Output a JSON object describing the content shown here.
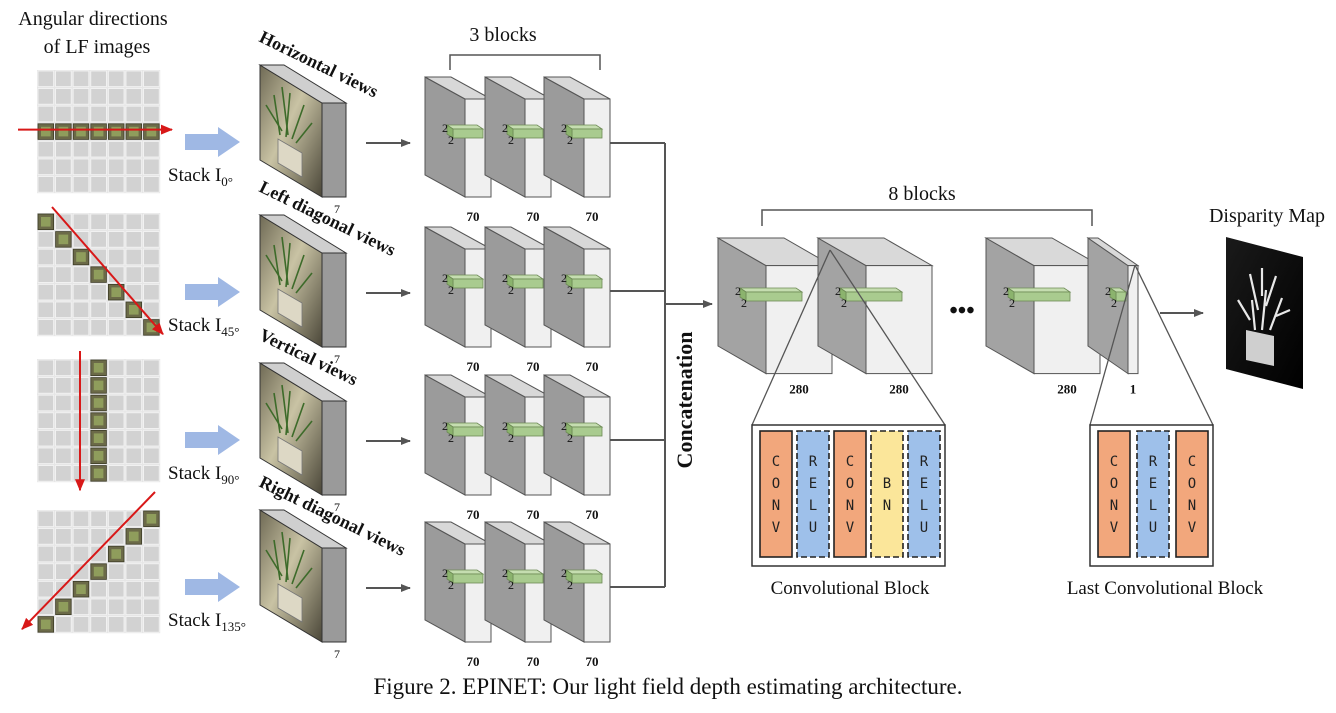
{
  "input": {
    "title_line1": "Angular directions",
    "title_line2": "of LF images"
  },
  "streams": [
    {
      "stack_label": "Stack I",
      "stack_sub": "0°",
      "view_label": "Horizontal views",
      "depth": "7",
      "widths": [
        "70",
        "70",
        "70"
      ]
    },
    {
      "stack_label": "Stack I",
      "stack_sub": "45°",
      "view_label": "Left diagonal views",
      "depth": "7",
      "widths": [
        "70",
        "70",
        "70"
      ]
    },
    {
      "stack_label": "Stack I",
      "stack_sub": "90°",
      "view_label": "Vertical views",
      "depth": "7",
      "widths": [
        "70",
        "70",
        "70"
      ]
    },
    {
      "stack_label": "Stack I",
      "stack_sub": "135°",
      "view_label": "Right diagonal views",
      "depth": "7",
      "widths": [
        "70",
        "70",
        "70"
      ]
    }
  ],
  "kernel": {
    "h": "2",
    "w": "2"
  },
  "stream_group_label": "3 blocks",
  "concat_label": "Concatenation",
  "merged": {
    "group_label": "8 blocks",
    "widths": [
      "280",
      "280",
      "280",
      "1"
    ],
    "ellipsis": "•••"
  },
  "output_label": "Disparity Map",
  "conv_block": {
    "title": "Convolutional Block",
    "layers": [
      {
        "name": "CONV",
        "color": "#f2a77c",
        "dashed": false
      },
      {
        "name": "RELU",
        "color": "#9ec0ea",
        "dashed": true
      },
      {
        "name": "CONV",
        "color": "#f2a77c",
        "dashed": false
      },
      {
        "name": "BN",
        "color": "#fbe69a",
        "dashed": true
      },
      {
        "name": "RELU",
        "color": "#9ec0ea",
        "dashed": true
      }
    ]
  },
  "last_block": {
    "title": "Last Convolutional Block",
    "layers": [
      {
        "name": "CONV",
        "color": "#f2a77c",
        "dashed": false
      },
      {
        "name": "RELU",
        "color": "#9ec0ea",
        "dashed": true
      },
      {
        "name": "CONV",
        "color": "#f2a77c",
        "dashed": false
      }
    ]
  },
  "caption": "Figure 2. EPINET: Our light field depth estimating architecture."
}
